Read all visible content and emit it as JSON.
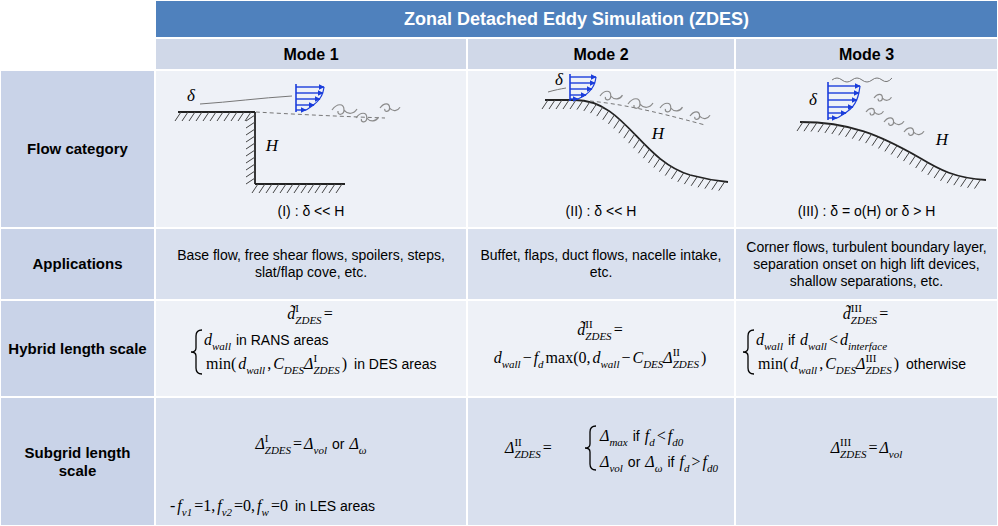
{
  "diagram": {
    "title": "Zonal Detached Eddy Simulation (ZDES)",
    "labels": [
      "Mode 1",
      "Mode 2",
      "Mode 3",
      "Flow category",
      "Applications",
      "Hybrid length scale",
      "Subgrid length scale",
      "δ",
      "H",
      "(I) : δ << H",
      "δ",
      "H",
      "(II) : δ << H",
      "δ",
      "H",
      "(III) : δ = o(H) or δ > H",
      "Base flow, free shear flows, spoilers, steps, slat/flap cove, etc.",
      "Buffet, flaps, duct flows, nacelle intake, etc.",
      "Corner flows, turbulent boundary layer, separation onset on high lift devices, shallow separations, etc.",
      "d̃",
      "I",
      "ZDES",
      "=",
      "d",
      "wall",
      "in RANS areas",
      "min(",
      "d",
      "wall",
      ",",
      "C",
      "DES",
      "Δ",
      "I",
      "ZDES",
      ")",
      "in DES areas",
      "d̃",
      "II",
      "ZDES",
      "=",
      "d",
      "wall",
      "−",
      "f",
      "d",
      "max(0,",
      "d",
      "wall",
      "−",
      "C",
      "DES",
      "Δ",
      "II",
      "ZDES",
      ")",
      "d̃",
      "III",
      "ZDES",
      "=",
      "d",
      "wall",
      "if",
      "d",
      "wall",
      "<",
      "d",
      "interface",
      "min(",
      "d",
      "wall",
      ",",
      "C",
      "DES",
      "Δ",
      "III",
      "ZDES",
      ")",
      "otherwise",
      "Δ",
      "I",
      "ZDES",
      "=",
      "Δ",
      "vol",
      "or",
      "Δ",
      "ω",
      "-",
      "f",
      "v1",
      "=1,",
      "f",
      "v2",
      "=0,",
      "f",
      "w",
      "=0",
      "in LES areas",
      "Δ",
      "II",
      "ZDES",
      "=",
      "Δ",
      "max",
      "if",
      "f",
      "d",
      "<",
      "f",
      "d0",
      "Δ",
      "vol",
      "or",
      "Δ",
      "ω",
      "if",
      "f",
      "d",
      ">",
      "f",
      "d0",
      "Δ",
      "III",
      "ZDES",
      "=",
      "Δ",
      "vol"
    ]
  }
}
